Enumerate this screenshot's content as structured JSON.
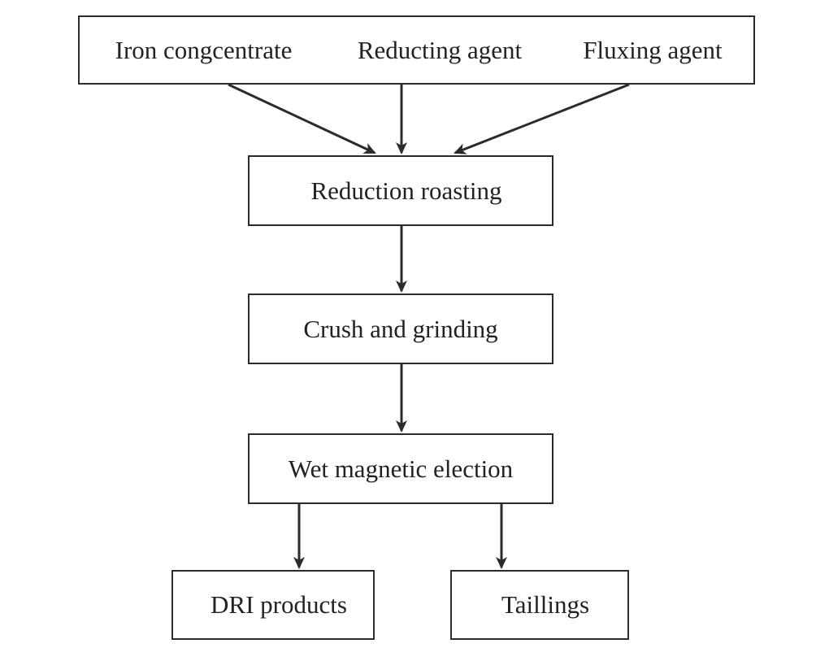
{
  "inputs": {
    "iron": "Iron congcentrate",
    "reducting": "Reducting agent",
    "fluxing": "Fluxing agent"
  },
  "steps": {
    "roasting": "Reduction roasting",
    "crush": "Crush and grinding",
    "wet": "Wet magnetic election"
  },
  "outputs": {
    "dri": "DRI products",
    "tailings": "Taillings"
  },
  "colors": {
    "line": "#2b2b2b",
    "text": "#222222",
    "background": "#ffffff"
  }
}
